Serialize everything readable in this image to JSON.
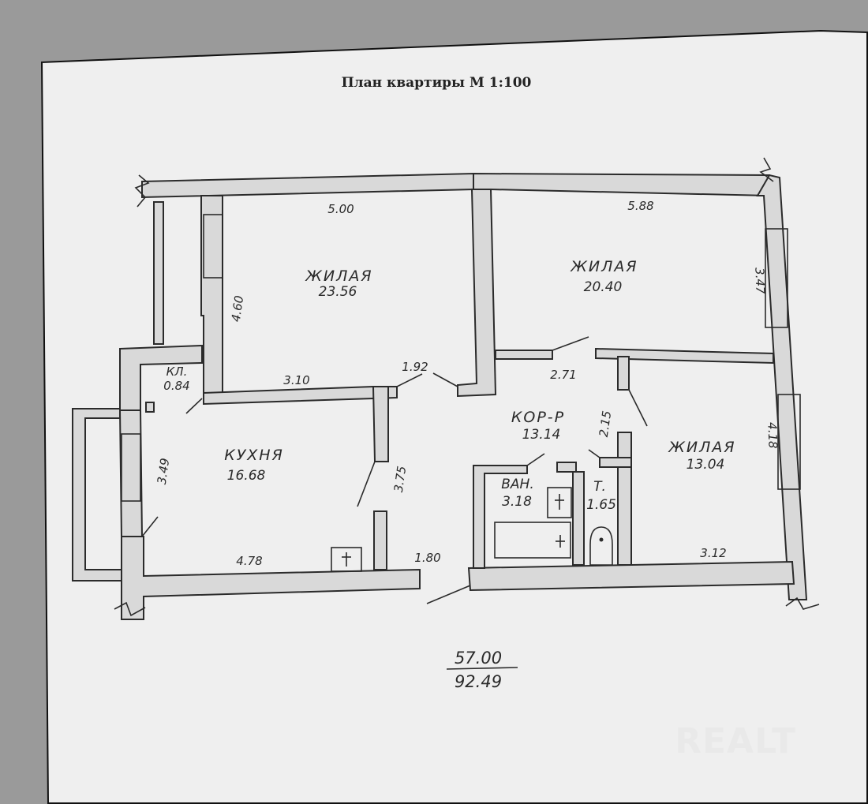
{
  "title": "План квартиры М 1:100",
  "rooms": {
    "living1": {
      "name": "ЖИЛАЯ",
      "area": "23.56"
    },
    "living2": {
      "name": "ЖИЛАЯ",
      "area": "20.40"
    },
    "living3": {
      "name": "ЖИЛАЯ",
      "area": "13.04"
    },
    "kitchen": {
      "name": "КУХНЯ",
      "area": "16.68"
    },
    "pantry": {
      "name": "КЛ.",
      "area": "0.84"
    },
    "corridor": {
      "name": "КОР-Р",
      "area": "13.14"
    },
    "bath": {
      "name": "ВАН.",
      "area": "3.18"
    },
    "toilet": {
      "name": "Т.",
      "area": "1.65"
    }
  },
  "dimensions": {
    "living1_top": "5.00",
    "living2_top": "5.88",
    "living1_left": "4.60",
    "living2_right": "3.47",
    "living1_bottom": "3.10",
    "door_width": "1.92",
    "corridor_top": "2.71",
    "corridor_side": "2.15",
    "kitchen_left": "3.49",
    "kitchen_right": "3.75",
    "kitchen_bottom": "4.78",
    "entry_width": "1.80",
    "living3_right": "4.18",
    "living3_bottom": "3.12"
  },
  "totals": {
    "living_area": "57.00",
    "total_area": "92.49"
  },
  "watermark": "REALT"
}
